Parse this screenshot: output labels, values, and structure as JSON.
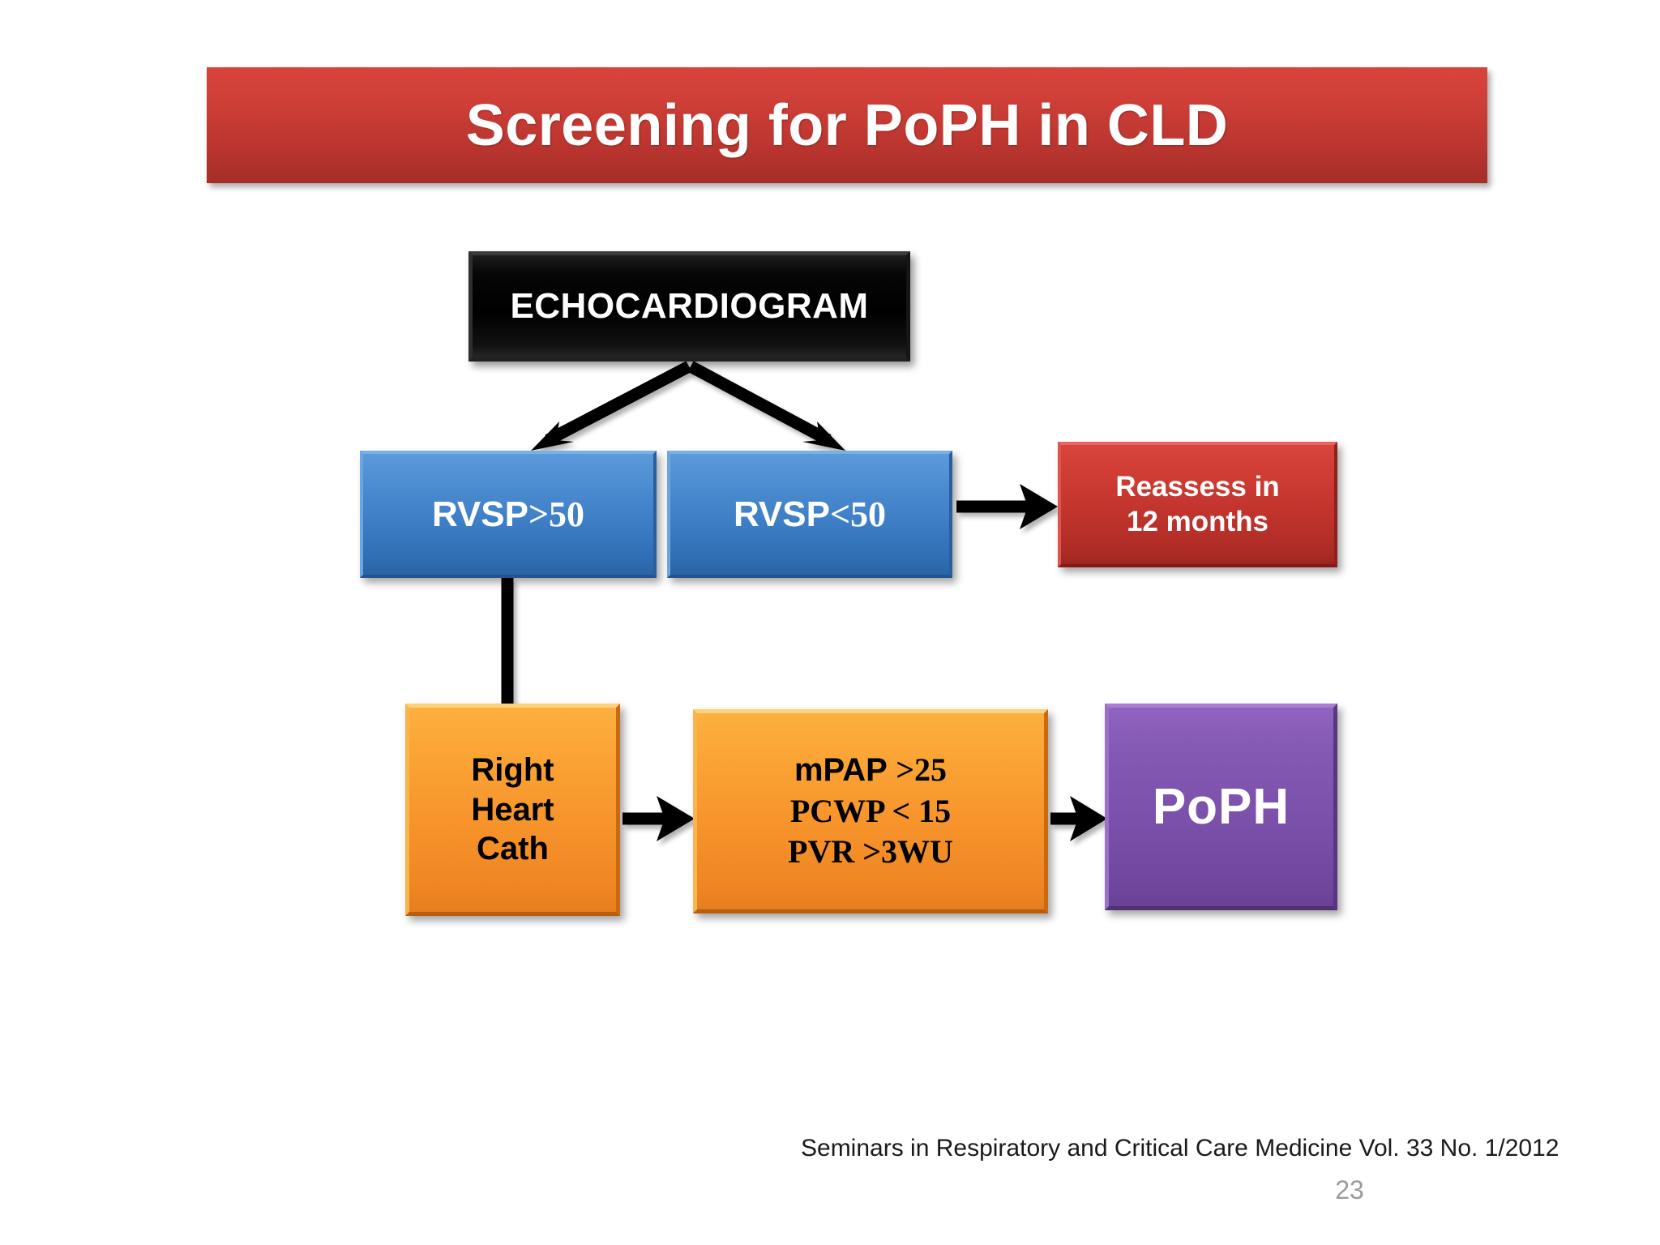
{
  "slide": {
    "title": "Screening for PoPH in CLD",
    "title_bg_top": "#d8443c",
    "title_bg_bottom": "#a62d28",
    "background": "#ffffff"
  },
  "flowchart": {
    "nodes": {
      "echocardiogram": {
        "label": "ECHOCARDIOGRAM",
        "color": "#000000",
        "text_color": "#ffffff"
      },
      "rvsp_high": {
        "prefix": "RVSP",
        "operator": ">",
        "value": "50",
        "label": "RVSP>50",
        "color": "#3b7cc4",
        "text_color": "#ffffff"
      },
      "rvsp_low": {
        "prefix": "RVSP",
        "operator": "<",
        "value": "50",
        "label": "RVSP<50",
        "color": "#3b7cc4",
        "text_color": "#ffffff"
      },
      "reassess": {
        "line1": "Reassess in",
        "line2": "12 months",
        "color": "#bf332c",
        "text_color": "#ffffff"
      },
      "right_heart_cath": {
        "line1": "Right",
        "line2": "Heart",
        "line3": "Cath",
        "color": "#f7942c",
        "text_color": "#000000"
      },
      "hemodynamics": {
        "line1_prefix": "mPAP ",
        "line1_value": ">25",
        "line2": "PCWP < 15",
        "line3": "PVR >3WU",
        "color": "#f7942c",
        "text_color": "#000000"
      },
      "poph": {
        "label": "PoPH",
        "color": "#7a50aa",
        "text_color": "#ffffff"
      }
    },
    "arrows": [
      {
        "name": "echo-to-rvsp-high",
        "from": "echocardiogram",
        "to": "rvsp_high",
        "style": "diagonal-left"
      },
      {
        "name": "echo-to-rvsp-low",
        "from": "echocardiogram",
        "to": "rvsp_low",
        "style": "diagonal-right"
      },
      {
        "name": "rvsp-low-to-reassess",
        "from": "rvsp_low",
        "to": "reassess",
        "style": "horizontal"
      },
      {
        "name": "rvsp-high-to-rhc",
        "from": "rvsp_high",
        "to": "right_heart_cath",
        "style": "vertical"
      },
      {
        "name": "rhc-to-hemodynamics",
        "from": "right_heart_cath",
        "to": "hemodynamics",
        "style": "horizontal"
      },
      {
        "name": "hemodynamics-to-poph",
        "from": "hemodynamics",
        "to": "poph",
        "style": "horizontal"
      }
    ],
    "arrow_color": "#000000"
  },
  "footer": {
    "citation": "Seminars in Respiratory and Critical Care Medicine Vol. 33 No. 1/2012",
    "page_number": "23",
    "page_number_color": "#9b9b9b"
  }
}
